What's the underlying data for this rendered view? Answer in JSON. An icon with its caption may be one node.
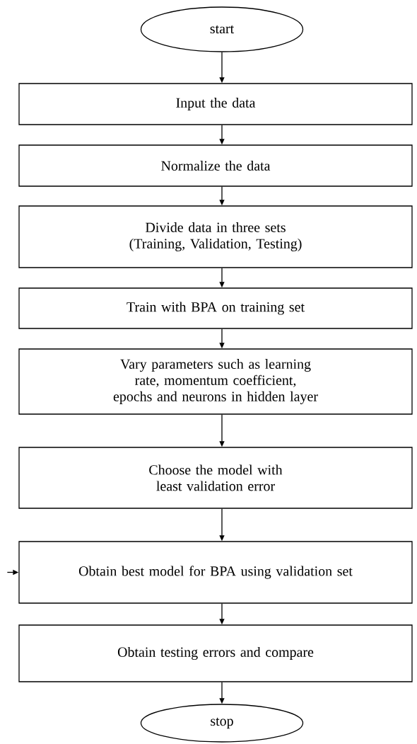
{
  "diagram": {
    "nodes": [
      {
        "text": [
          "start"
        ]
      },
      {
        "text": [
          "Input the data"
        ]
      },
      {
        "text": [
          "Normalize the data"
        ]
      },
      {
        "text": [
          "Divide data in three sets (Training, Validation, Testing)"
        ]
      },
      {
        "text": [
          "Train with BPA on training set"
        ]
      },
      {
        "text": [
          "Vary parameters such as learning rate, momentum coefficient, epochs and neurons in hidden layer"
        ]
      },
      {
        "text": [
          "Choose the model with least validation error"
        ]
      },
      {
        "text": [
          "Obtain best model for BPA using validation set"
        ]
      },
      {
        "text": [
          "Obtain testing errors and compare"
        ]
      },
      {
        "text": [
          "stop"
        ]
      }
    ],
    "edges": [
      {
        "from": 0,
        "to": 1,
        "arrow": "to"
      },
      {
        "from": 1,
        "to": 2,
        "arrow": "to"
      },
      {
        "from": 2,
        "to": 3,
        "arrow": "to"
      },
      {
        "from": 3,
        "to": 4,
        "arrow": "to"
      },
      {
        "from": 4,
        "to": 5,
        "arrow": "to"
      },
      {
        "from": 5,
        "to": 6,
        "arrow": "to"
      },
      {
        "from": 6,
        "to": 7,
        "arrow": "to"
      },
      {
        "from": 7,
        "to": 8,
        "arrow": "to"
      },
      {
        "from": 8,
        "to": 9,
        "arrow": "to"
      },
      {
        "from": null,
        "to": 7,
        "arrow": "to"
      }
    ]
  }
}
